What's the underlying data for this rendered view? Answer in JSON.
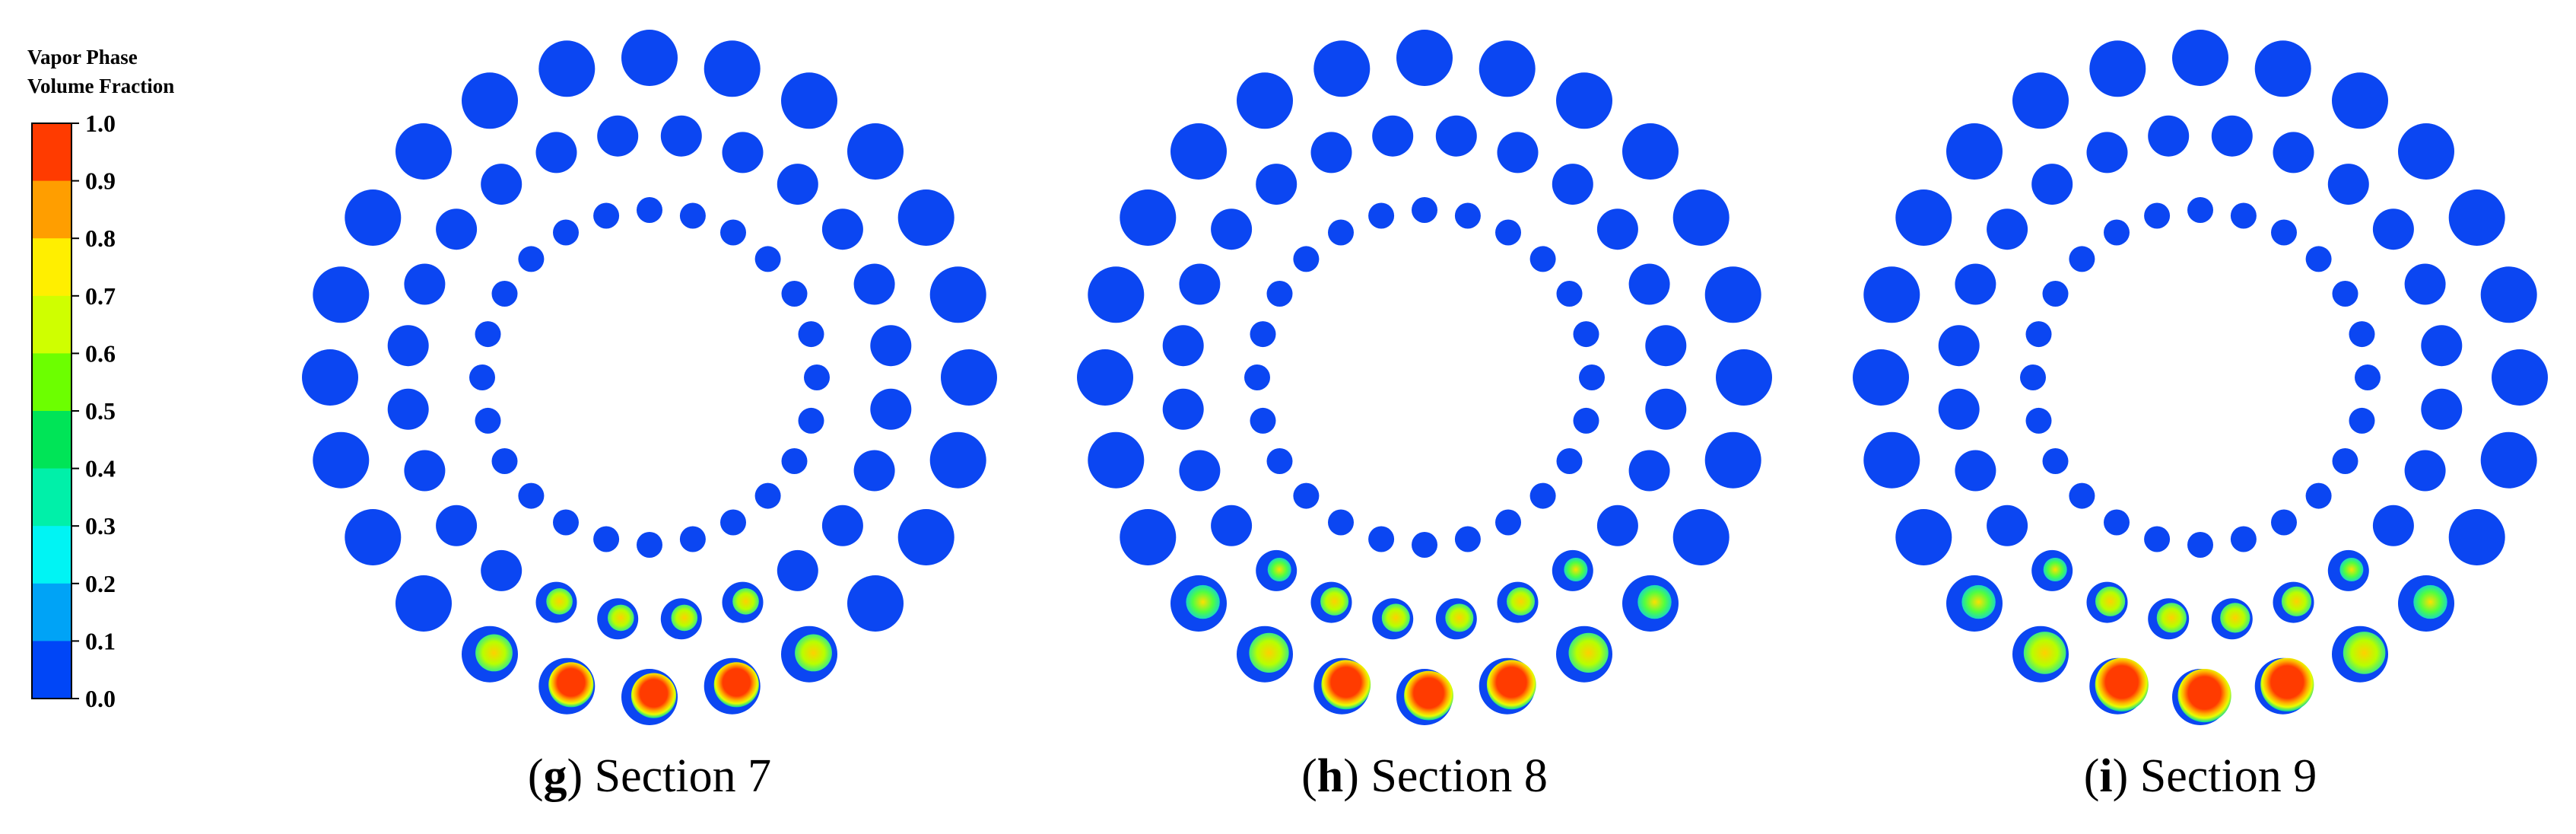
{
  "legend": {
    "title_line1": "Vapor Phase",
    "title_line2": "Volume Fraction",
    "ticks": [
      "1.0",
      "0.9",
      "0.8",
      "0.7",
      "0.6",
      "0.5",
      "0.4",
      "0.3",
      "0.2",
      "0.1",
      "0.0"
    ],
    "band_colors": [
      "#ff3b00",
      "#ff9e00",
      "#ffef00",
      "#cfff00",
      "#6cff00",
      "#00e457",
      "#00f0a9",
      "#00f4f4",
      "#00a3f6",
      "#0046f7"
    ]
  },
  "panels": [
    {
      "letter": "g",
      "open": "(",
      "close": ")",
      "label": "Section 7",
      "vapor_level": 0.7
    },
    {
      "letter": "h",
      "open": "(",
      "close": ")",
      "label": "Section 8",
      "vapor_level": 0.85
    },
    {
      "letter": "i",
      "open": "(",
      "close": ")",
      "label": "Section 9",
      "vapor_level": 1.0
    }
  ],
  "colors": {
    "liquid": "#0b46f2",
    "vapor_hot": "#ff3b00",
    "vapor_mid": "#ffd300",
    "vapor_low": "#00e0d0"
  }
}
